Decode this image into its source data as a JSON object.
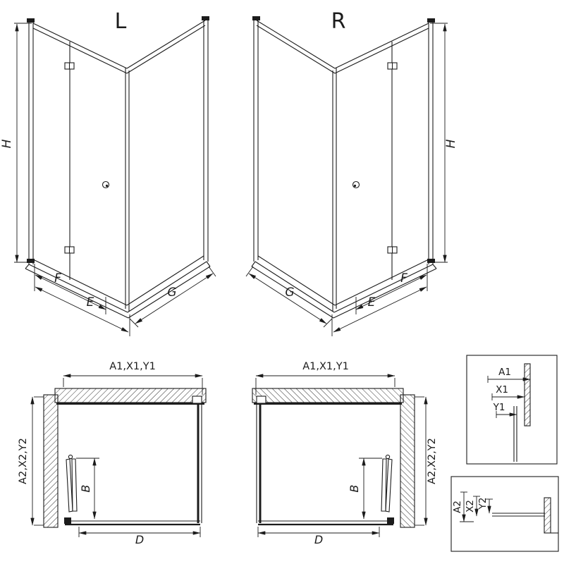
{
  "colors": {
    "line": "#1c1c1c",
    "background": "#ffffff"
  },
  "views": {
    "left": {
      "label": "L",
      "dim_height": "H",
      "dim_f": "F",
      "dim_e": "E",
      "dim_g": "G"
    },
    "right": {
      "label": "R",
      "dim_height": "H",
      "dim_f": "F",
      "dim_e": "E",
      "dim_g": "G"
    },
    "plan_left": {
      "dim_top": "A1,X1,Y1",
      "dim_side": "A2,X2,Y2",
      "dim_inner": "B",
      "dim_width": "D"
    },
    "plan_right": {
      "dim_top": "A1,X1,Y1",
      "dim_side": "A2,X2,Y2",
      "dim_inner": "B",
      "dim_width": "D"
    },
    "detail_top_profile": {
      "title_a": "A1",
      "title_x": "X1",
      "title_y": "Y1"
    },
    "detail_bottom_rail": {
      "title_a": "A2",
      "title_x": "X2",
      "title_y": "Y2"
    }
  }
}
